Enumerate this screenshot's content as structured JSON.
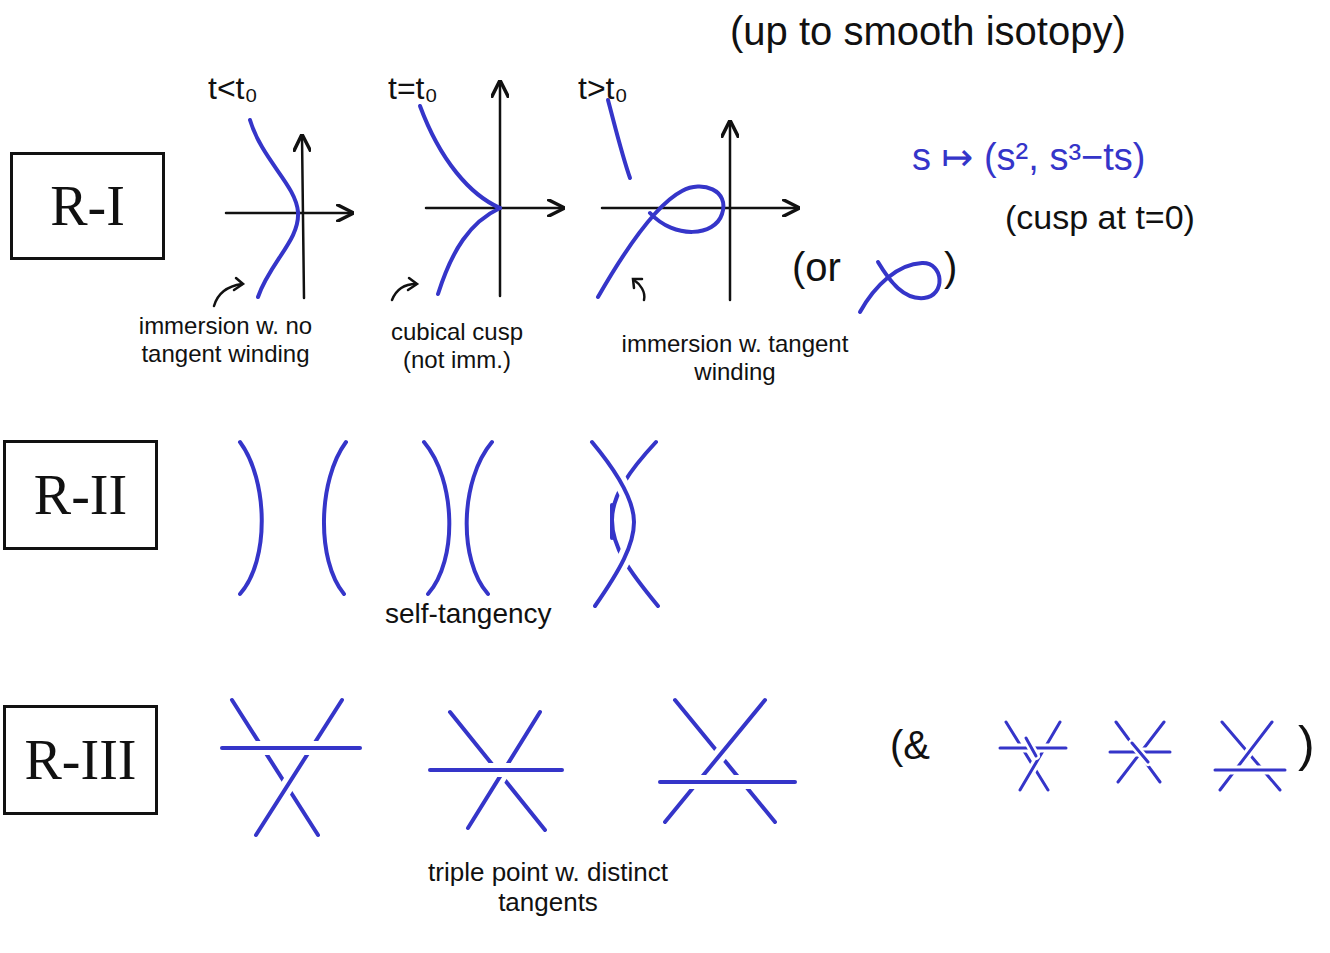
{
  "diagram": {
    "nodes": [
      {
        "text": [
          "R-I"
        ]
      },
      {
        "text": [
          "R-II"
        ]
      },
      {
        "text": [
          "R-III"
        ]
      }
    ],
    "labels": [
      "(up to smooth isotopy)",
      "t<t₀",
      "t=t₀",
      "t>t₀",
      "s ↦ (s², s³−ts)",
      "(cusp at t=0)",
      "(or",
      ")",
      "immersion w. no tangent winding",
      "cubical cusp (not imm.)",
      "immersion w. tangent winding",
      "self-tangency",
      "triple point w. distinct tangents",
      "(&",
      ")"
    ]
  }
}
